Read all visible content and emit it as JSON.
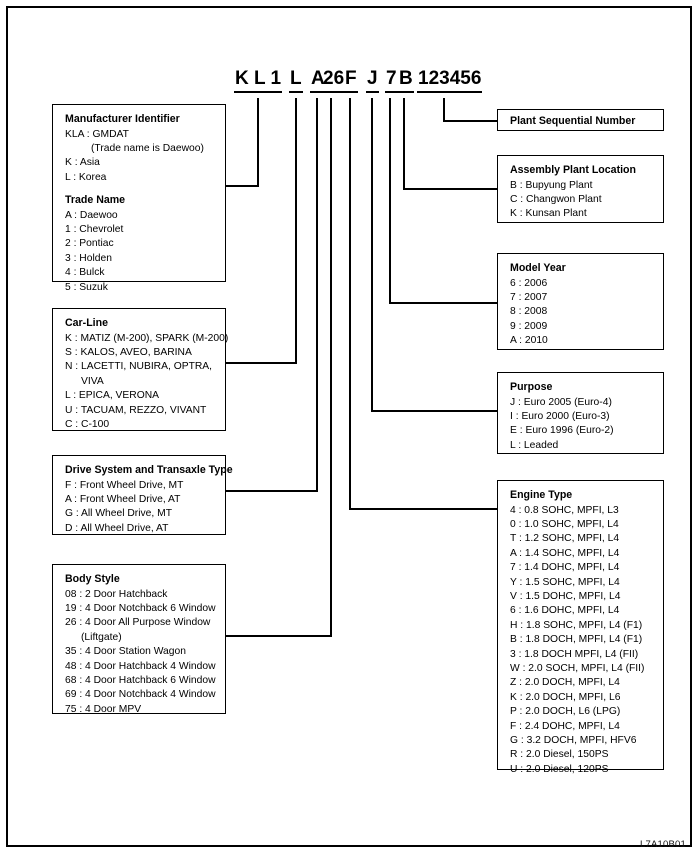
{
  "vin": {
    "segments": [
      {
        "text": "K L 1"
      },
      {
        "text": "L"
      },
      {
        "text": "A"
      },
      {
        "text": "26"
      },
      {
        "text": "F"
      },
      {
        "text": "J"
      },
      {
        "text": "7"
      },
      {
        "text": "B"
      },
      {
        "text": "123456"
      }
    ]
  },
  "boxes": {
    "manufacturer": {
      "title": "Manufacturer Identifier",
      "items": [
        "KLA : GMDAT",
        "(Trade name is Daewoo)",
        "K : Asia",
        "L : Korea"
      ],
      "title2": "Trade Name",
      "items2": [
        "A : Daewoo",
        "1 : Chevrolet",
        "2 : Pontiac",
        "3 : Holden",
        "4 : Bulck",
        "5 : Suzuk"
      ]
    },
    "carline": {
      "title": "Car-Line",
      "items": [
        "K : MATIZ (M-200), SPARK (M-200)",
        "S : KALOS, AVEO, BARINA",
        "N : LACETTI, NUBIRA, OPTRA,",
        "VIVA",
        "L : EPICA, VERONA",
        "U : TACUAM, REZZO, VIVANT",
        "C : C-100"
      ]
    },
    "drive": {
      "title": "Drive System and Transaxle Type",
      "items": [
        "F : Front Wheel Drive, MT",
        "A : Front Wheel Drive, AT",
        "G : All Wheel Drive, MT",
        "D : All Wheel Drive, AT"
      ]
    },
    "body": {
      "title": "Body Style",
      "items": [
        "08 : 2 Door Hatchback",
        "19 : 4 Door Notchback 6 Window",
        "26 : 4 Door All Purpose Window",
        "(Liftgate)",
        "35 : 4 Door Station Wagon",
        "48 : 4 Door Hatchback 4 Window",
        "68 : 4 Door Hatchback 6 Window",
        "69 : 4 Door Notchback 4 Window",
        "75 : 4 Door MPV"
      ]
    },
    "plant_sequential": {
      "title": "Plant Sequential Number",
      "items": []
    },
    "assembly": {
      "title": "Assembly Plant Location",
      "items": [
        "B : Bupyung Plant",
        "C : Changwon Plant",
        "K : Kunsan Plant"
      ]
    },
    "model_year": {
      "title": "Model Year",
      "items": [
        "6 : 2006",
        "7 : 2007",
        "8 : 2008",
        "9 : 2009",
        "A : 2010"
      ]
    },
    "purpose": {
      "title": "Purpose",
      "items": [
        "J : Euro 2005 (Euro-4)",
        "I : Euro 2000 (Euro-3)",
        "E : Euro 1996 (Euro-2)",
        "L : Leaded"
      ]
    },
    "engine": {
      "title": "Engine Type",
      "items": [
        "4 : 0.8 SOHC, MPFI, L3",
        "0 : 1.0 SOHC, MPFI, L4",
        "T : 1.2 SOHC, MPFI, L4",
        "A : 1.4 SOHC, MPFI, L4",
        "7 : 1.4 DOHC, MPFI, L4",
        "Y : 1.5 SOHC, MPFI, L4",
        "V : 1.5 DOHC, MPFI, L4",
        "6 : 1.6 DOHC, MPFI, L4",
        "H : 1.8 SOHC, MPFI, L4 (F1)",
        "B : 1.8 DOCH, MPFI, L4 (F1)",
        "3 : 1.8 DOCH MPFI, L4 (FII)",
        "W : 2.0 SOCH, MPFI, L4 (FII)",
        "Z : 2.0 DOCH, MPFI, L4",
        "K : 2.0 DOCH, MPFI, L6",
        "P : 2.0 DOCH, L6 (LPG)",
        "F : 2.4 DOHC, MPFI, L4",
        "G : 3.2 DOCH, MPFI, HFV6",
        "R : 2.0 Diesel, 150PS",
        "U : 2.0 Diesel, 120PS"
      ]
    }
  },
  "footer": {
    "code": "L7A10B01"
  }
}
